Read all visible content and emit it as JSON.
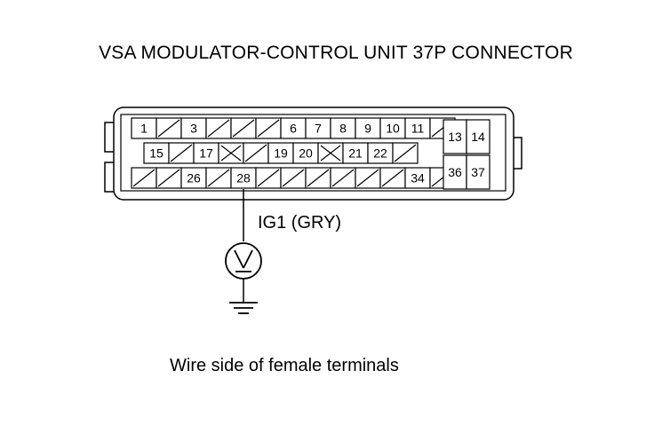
{
  "diagram": {
    "title": "VSA MODULATOR-CONTROL UNIT 37P CONNECTOR",
    "caption": "Wire side of female terminals",
    "signal_label": "IG1 (GRY)",
    "measured_terminal": "28",
    "meter_icon": "voltmeter-icon",
    "ground_icon": "ground-icon",
    "connector": {
      "rows": [
        [
          "1",
          "/",
          "3",
          "/",
          "/",
          "/",
          "6",
          "7",
          "8",
          "9",
          "10",
          "11",
          "/"
        ],
        [
          "15",
          "/",
          "17",
          "x",
          "/",
          "19",
          "20",
          "x",
          "21",
          "22",
          "/"
        ],
        [
          "/",
          "/",
          "26",
          "/",
          "28",
          "/",
          "/",
          "/",
          "/",
          "/",
          "/",
          "34",
          "/"
        ]
      ],
      "right_block": [
        [
          "13",
          "14"
        ],
        [
          "36",
          "37"
        ]
      ]
    }
  }
}
